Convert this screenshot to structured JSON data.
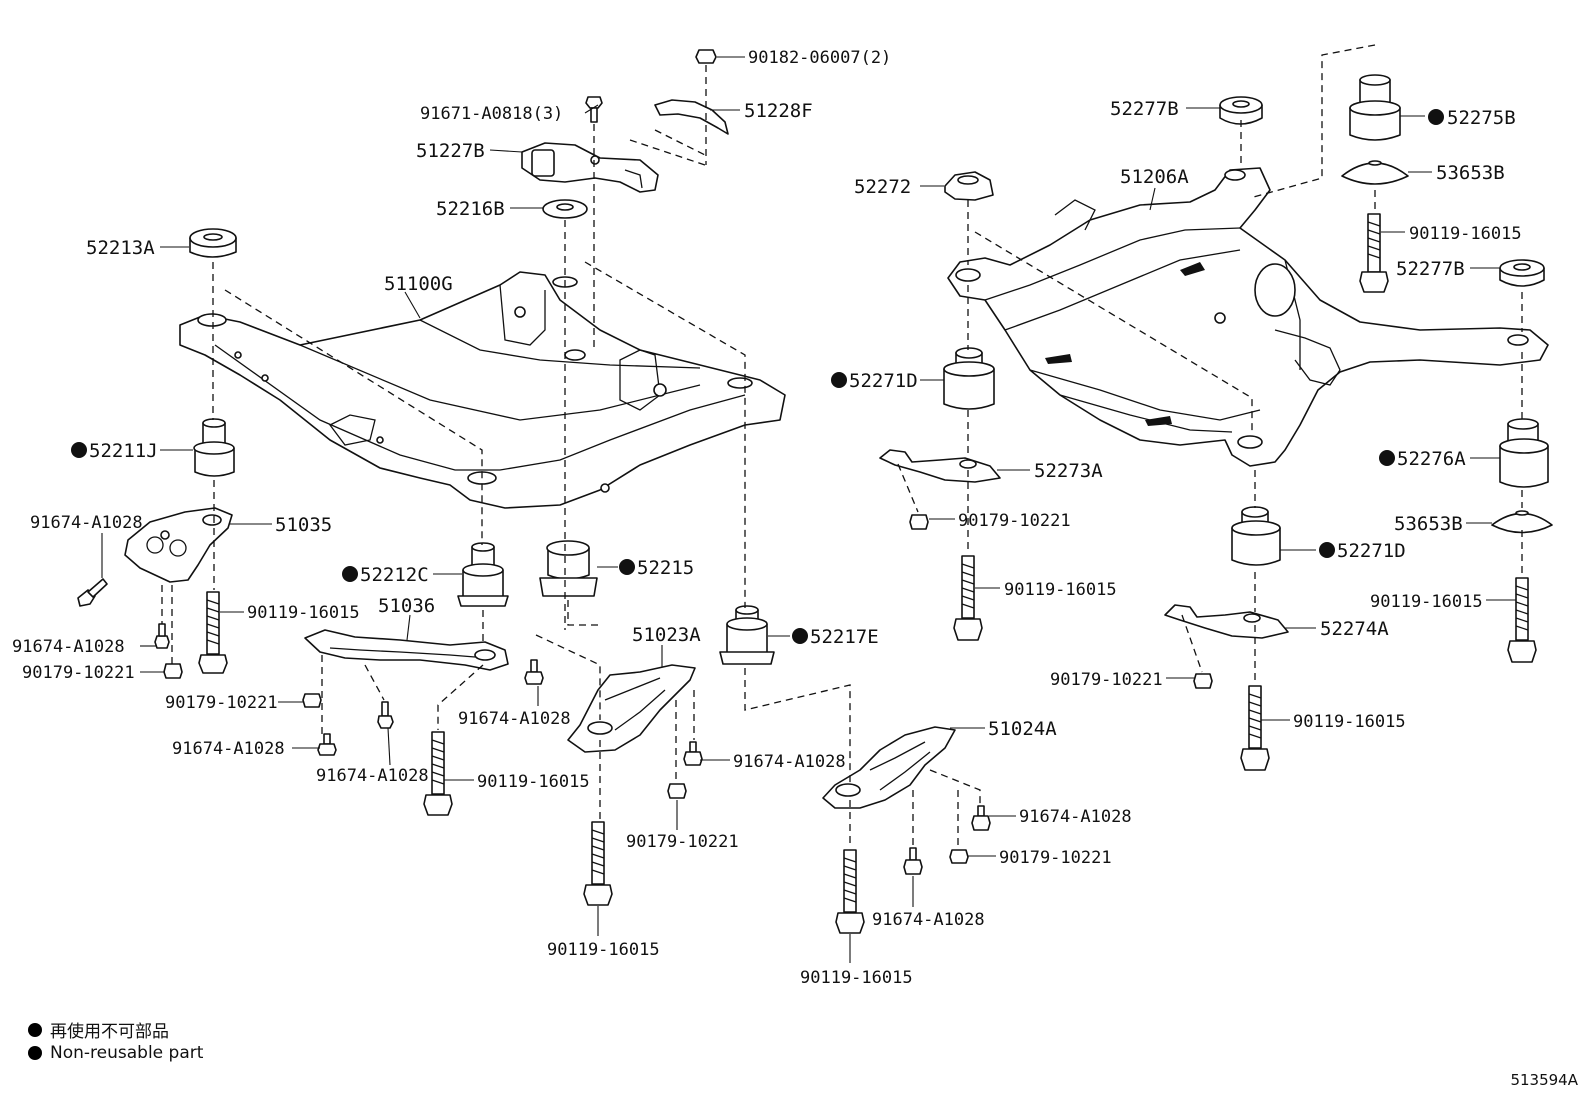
{
  "labels": {
    "p90182": "90182-06007(2)",
    "p91671": "91671-A0818(3)",
    "p51228F": "51228F",
    "p51227B": "51227B",
    "p52216B": "52216B",
    "p52213A": "52213A",
    "p51100G": "51100G",
    "p52211J": "52211J",
    "p91674a": "91674-A1028",
    "p51035": "51035",
    "p91674b": "91674-A1028",
    "p90119a": "90119-16015",
    "p90179a": "90179-10221",
    "p52212C": "52212C",
    "p51036": "51036",
    "p52215": "52215",
    "p90179b": "90179-10221",
    "p91674c": "91674-A1028",
    "p91674d": "91674-A1028",
    "p91674e": "91674-A1028",
    "p90119b": "90119-16015",
    "p51023A": "51023A",
    "p52217E": "52217E",
    "p91674f": "91674-A1028",
    "p90179c": "90179-10221",
    "p90119c": "90119-16015",
    "p51024A": "51024A",
    "p91674g": "91674-A1028",
    "p90179d": "90179-10221",
    "p91674h": "91674-A1028",
    "p90119d": "90119-16015",
    "p52277B_top": "52277B",
    "p52275B": "52275B",
    "p52272": "52272",
    "p51206A": "51206A",
    "p53653B_top": "53653B",
    "p90119e": "90119-16015",
    "p52277B_r": "52277B",
    "p52271D_l": "52271D",
    "p52273A": "52273A",
    "p52276A": "52276A",
    "p90179e": "90179-10221",
    "p90119f": "90119-16015",
    "p53653B_r": "53653B",
    "p52271D_r": "52271D",
    "p90119g": "90119-16015",
    "p52274A": "52274A",
    "p90179f": "90179-10221",
    "p90119h": "90119-16015"
  },
  "legend": {
    "jp": "再使用不可部品",
    "en": "Non-reusable part"
  },
  "figure_code": "513594A"
}
